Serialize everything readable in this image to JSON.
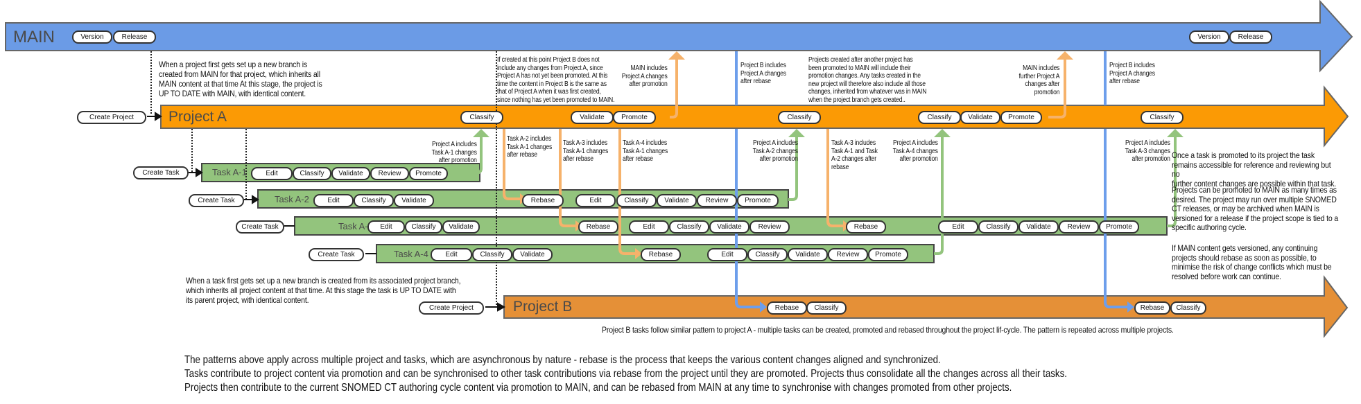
{
  "colors": {
    "main": "#6b9be6",
    "project_a": "#fb9a05",
    "project_b": "#e59037",
    "task": "#93c47d",
    "rebase_arrow": "#f6b26b",
    "promote_arrow": "#93c47d",
    "main_rebase_arrow": "#6d9eeb",
    "outline": "#666666"
  },
  "main": {
    "title": "MAIN",
    "actions_left": [
      "Version",
      "Release"
    ],
    "actions_right": [
      "Version",
      "Release"
    ]
  },
  "project_a": {
    "title": "Project A",
    "create_label": "Create Project",
    "actions": [
      "Classify",
      "Validate",
      "Promote",
      "Classify",
      "Classify",
      "Validate",
      "Promote",
      "Classify"
    ]
  },
  "project_b": {
    "title": "Project B",
    "create_label": "Create Project",
    "actions": [
      "Rebase",
      "Classify",
      "Rebase",
      "Classify"
    ]
  },
  "tasks": [
    {
      "title": "Task A-1",
      "create_label": "Create Task",
      "actions": [
        "Edit",
        "Classify",
        "Validate",
        "Review",
        "Promote"
      ]
    },
    {
      "title": "Task A-2",
      "create_label": "Create Task",
      "actions": [
        "Edit",
        "Classify",
        "Validate",
        "Rebase",
        "Edit",
        "Classify",
        "Validate",
        "Review",
        "Promote"
      ]
    },
    {
      "title": "Task A-3",
      "create_label": "Create Task",
      "actions": [
        "Edit",
        "Classify",
        "Validate",
        "Rebase",
        "Edit",
        "Classify",
        "Validate",
        "Review",
        "Rebase",
        "Edit",
        "Classify",
        "Validate",
        "Review",
        "Promote"
      ]
    },
    {
      "title": "Task A-4",
      "create_label": "Create Task",
      "actions": [
        "Edit",
        "Classify",
        "Validate",
        "Rebase",
        "Edit",
        "Classify",
        "Validate",
        "Review",
        "Promote"
      ]
    }
  ],
  "notes": {
    "project_setup": "When a project first gets set up a new branch is\ncreated from MAIN for that project, which inherits all\nMAIN content at that time At this stage, the project is\nUP TO DATE with MAIN, with identical content.",
    "project_b_created": "If created at this point Project B does not\ninclude any changes from Project A, since\nProject A has not yet been promoted. At this\ntime the content in Project B is the same as\nthat of Project A when it was first created,\nsince nothing has yet been promoted to MAIN.",
    "main_includes_a": "MAIN includes\nProject A changes\nafter promotion",
    "b_includes_a_1": "Project B includes\nProject A changes\nafter rebase",
    "projects_after_promotion": "Projects created after another project has\nbeen promoted to MAIN will include their\npromotion changes. Any tasks created in the\nnew project will therefore also include all those\nchanges, inherited from whatever was in MAIN\nwhen the project branch gets created..",
    "main_includes_further": "MAIN includes\nfurther Project A\nchanges after\npromotion",
    "b_includes_a_2": "Project B includes\nProject A changes\nafter rebase",
    "a_includes_a1": "Project A includes\nTask A-1 changes\nafter promotion",
    "a2_includes_a1": "Task A-2 includes\nTask A-1 changes\nafter rebase",
    "a3_includes_a1": "Task A-3 includes\nTask A-1 changes\nafter rebase",
    "a4_includes_a1": "Task A-4 includes\nTask A-1 changes\nafter rebase",
    "a_includes_a2": "Project A includes\nTask A-2 changes\nafter promotion",
    "a3_includes_a1_a2": "Task A-3 includes\nTask A-1 and Task\nA-2 changes after\nrebase",
    "a_includes_a4": "Project A includes\nTask A-4 changes\nafter promotion",
    "a_includes_a3": "Project A includes\nTask A-3 changes\nafter promotion",
    "task_promoted": "Once a task is promoted to its project the task\nremains accessible for reference and reviewing but no\nfurther content changes are possible within that task.",
    "projects_promoted": "Projects can be promoted to MAIN as many times as\ndesired. The project may run over multiple SNOMED\nCT releases, or may be archived when MAIN is\nversioned for a release if the project scope is tied to a\nspecific authoring cycle.",
    "main_versioned": "If MAIN content gets versioned, any continuing\nprojects should rebase as soon as possible, to\nminimise the risk of change conflicts which must be\nresolved before work can continue.",
    "task_setup": "When a task first gets set up a new branch is created from its associated project branch,\nwhich inherits all project content at that time. At this stage the task is UP TO DATE with\nits parent project, with identical content.",
    "project_b_tasks": "Project B tasks follow similar pattern to project A - multiple tasks can be created, promoted and rebased throughout the project lif-cycle. The pattern is repeated across multiple projects."
  },
  "summary": [
    "The patterns above apply across multiple project and tasks, which are asynchronous by nature - rebase is the process that keeps the various content changes aligned and synchronized.",
    "Tasks contribute to project content via promotion and can be synchronised to other task contributions via rebase from the project until they are promoted. Projects thus consolidate all the changes across all their tasks.",
    "Projects then contribute to the current SNOMED CT authoring cycle content via promotion to MAIN, and can be rebased from MAIN at any time to synchronise with changes promoted from other projects."
  ]
}
